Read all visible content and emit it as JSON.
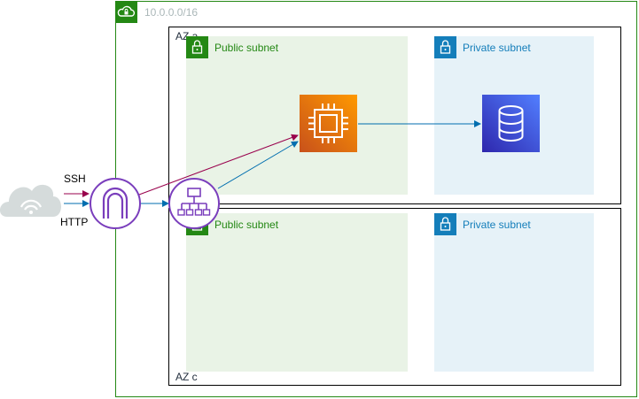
{
  "vpc": {
    "cidr_label": "10.0.0.0/16",
    "icon": "vpc-lock-cloud-icon",
    "color": "#248814"
  },
  "az_a": {
    "label": "AZ a",
    "public_subnet": {
      "label": "Public subnet",
      "icon": "lock-icon",
      "color": "#248814"
    },
    "private_subnet": {
      "label": "Private subnet",
      "icon": "lock-icon",
      "color": "#147eba"
    }
  },
  "az_c": {
    "label": "AZ c",
    "public_subnet": {
      "label": "Public subnet",
      "icon": "lock-icon",
      "color": "#248814"
    },
    "private_subnet": {
      "label": "Private subnet",
      "icon": "lock-icon",
      "color": "#147eba"
    }
  },
  "external": {
    "icon": "internet-cloud-icon"
  },
  "traffic": {
    "ssh_label": "SSH",
    "http_label": "HTTP",
    "ssh_color": "#99004c",
    "http_color": "#006eaf"
  },
  "internet_gateway": {
    "icon": "internet-gateway-icon",
    "color": "#7a3ebc"
  },
  "load_balancer": {
    "icon": "load-balancer-icon",
    "color": "#7a3ebc"
  },
  "ec2_instance": {
    "icon": "ec2-instance-icon"
  },
  "rds_database": {
    "icon": "database-icon"
  }
}
